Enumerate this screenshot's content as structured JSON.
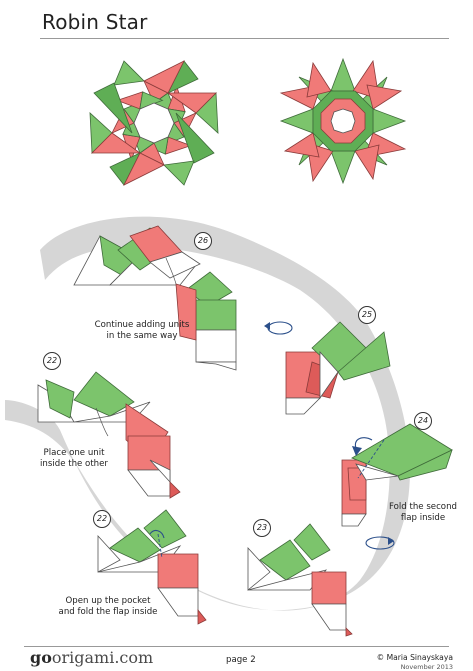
{
  "header": {
    "title": "Robin Star"
  },
  "steps": [
    {
      "number": "26",
      "caption": "Continue adding units\nin the same way"
    },
    {
      "number": "25",
      "caption": ""
    },
    {
      "number": "22",
      "caption": "Place one unit\ninside the other"
    },
    {
      "number": "24",
      "caption": "Fold the second\nflap inside"
    },
    {
      "number": "22",
      "caption": "Open up the pocket\nand fold the flap inside"
    },
    {
      "number": "23",
      "caption": ""
    }
  ],
  "footer": {
    "logo_go": "go",
    "logo_rest": "origami.com",
    "page": "page 2",
    "copyright": "© Maria Sinayskaya",
    "copyright_sub": "November 2013"
  },
  "colors": {
    "green": "#7cc46c",
    "green_dark": "#4e9a47",
    "red": "#f07a78",
    "red_dark": "#d9504f",
    "white": "#ffffff",
    "gray_path": "#d4d4d4",
    "outline": "#444444",
    "arrow": "#2b4f8a"
  }
}
